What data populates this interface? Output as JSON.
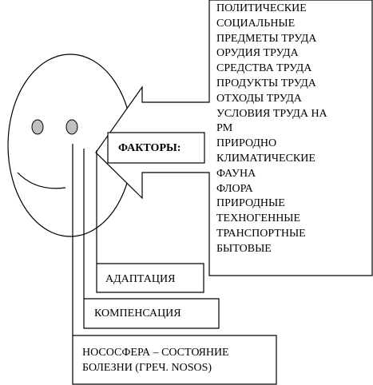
{
  "factors_label": "ФАКТОРЫ:",
  "factors": [
    "ПОЛИТИЧЕСКИЕ",
    "СОЦИАЛЬНЫЕ",
    "ПРЕДМЕТЫ ТРУДА",
    "ОРУДИЯ ТРУДА",
    "СРЕДСТВА ТРУДА",
    "ПРОДУКТЫ ТРУДА",
    "ОТХОДЫ ТРУДА",
    "УСЛОВИЯ ТРУДА НА",
    "РМ",
    "ПРИРОДНО",
    "КЛИМАТИЧЕСКИЕ",
    "ФАУНА",
    "ФЛОРА",
    "ПРИРОДНЫЕ",
    "ТЕХНОГЕННЫЕ",
    "ТРАНСПОРТНЫЕ",
    "БЫТОВЫЕ"
  ],
  "adaptation": "АДАПТАЦИЯ",
  "compensation": "КОМПЕНСАЦИЯ",
  "nososphere": "НОСОСФЕРА – СОСТОЯНИЕ\nБОЛЕЗНИ (ГРЕЧ. NOSOS)",
  "colors": {
    "stroke": "#000000",
    "eye_fill": "#c0c0c0",
    "background": "#ffffff"
  }
}
